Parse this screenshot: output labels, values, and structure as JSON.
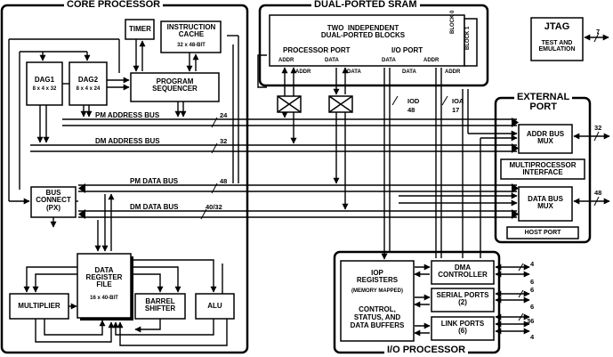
{
  "sections": {
    "core_processor": "CORE PROCESSOR",
    "dual_ported_sram": "DUAL-PORTED SRAM",
    "external_port": "EXTERNAL\nPORT",
    "io_processor": "I/O PROCESSOR"
  },
  "blocks": {
    "timer": "TIMER",
    "instruction_cache": "INSTRUCTION\nCACHE",
    "instruction_cache_size": "32 x 48-BIT",
    "dag1": "DAG1",
    "dag1_size": "8 x 4 x 32",
    "dag2": "DAG2",
    "dag2_size": "8 x 4 x 24",
    "program_sequencer": "PROGRAM\nSEQUENCER",
    "bus_connect": "BUS\nCONNECT\n(PX)",
    "data_register_file": "DATA\nREGISTER\nFILE",
    "data_register_file_size": "16 x 40-BIT",
    "multiplier": "MULTIPLIER",
    "barrel_shifter": "BARREL\nSHIFTER",
    "alu": "ALU",
    "jtag": "JTAG",
    "jtag_sub": "TEST AND\nEMULATION",
    "addr_bus_mux": "ADDR BUS\nMUX",
    "multiprocessor_interface": "MULTIPROCESSOR\nINTERFACE",
    "data_bus_mux": "DATA BUS\nMUX",
    "host_port": "HOST PORT",
    "iop_registers": "IOP\nREGISTERS",
    "iop_registers_sub": "(MEMORY MAPPED)",
    "control_buffers": "CONTROL,\nSTATUS, AND\nDATA BUFFERS",
    "dma_controller": "DMA\nCONTROLLER",
    "serial_ports": "SERIAL PORTS\n(2)",
    "link_ports": "LINK PORTS\n(6)"
  },
  "sram": {
    "text": "TWO  INDEPENDENT\nDUAL-PORTED BLOCKS",
    "block0": "BLOCK 0",
    "block1": "BLOCK 1",
    "processor_port": "PROCESSOR PORT",
    "io_port": "I/O PORT",
    "port_labels": [
      "ADDR",
      "DATA",
      "DATA",
      "ADDR"
    ],
    "lower_labels": [
      "ADDR",
      "DATA",
      "DATA",
      "ADDR"
    ]
  },
  "buses": {
    "pm_address": "PM ADDRESS BUS",
    "pm_address_width": "24",
    "dm_address": "DM ADDRESS BUS",
    "dm_address_width": "32",
    "pm_data": "PM DATA BUS",
    "pm_data_width": "48",
    "dm_data": "DM DATA BUS",
    "dm_data_width": "40/32",
    "iod": "IOD",
    "iod_width": "48",
    "ioa": "IOA",
    "ioa_width": "17"
  },
  "pins": {
    "jtag": "7",
    "addr": "32",
    "data": "48",
    "serial_a": "4",
    "serial_b": "6",
    "serial_c": "6",
    "link_a": "6",
    "link_b": "36",
    "link_c": "4"
  }
}
